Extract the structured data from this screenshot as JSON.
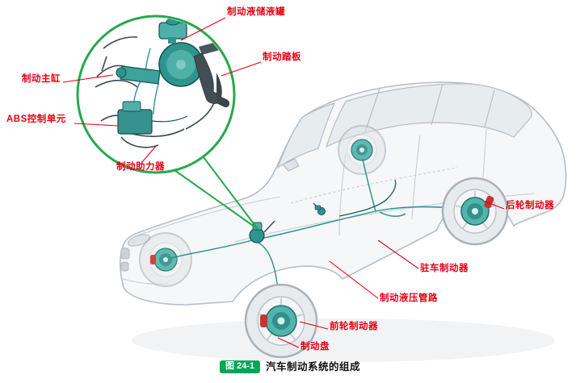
{
  "figure": {
    "caption": {
      "badge": "图 24-1",
      "title": "汽车制动系统的组成"
    }
  },
  "labels": {
    "reservoir": "制动液储液罐",
    "pedal": "制动踏板",
    "master_cylinder": "制动主缸",
    "abs_unit": "ABS控制单元",
    "booster": "制动助力器",
    "rear_brake": "后轮制动器",
    "parking_brake": "驻车制动器",
    "hydraulic_lines": "制动液压管路",
    "front_brake": "前轮制动器",
    "brake_disc": "制动盘"
  },
  "colors": {
    "label_red": "#e60012",
    "leader_red": "#e60012",
    "component_teal": "#2e958e",
    "disc_teal_light": "#53b3ad",
    "caliper_red": "#c8332e",
    "inset_ring_green": "#27a84d",
    "caption_badge_green": "#00a65a",
    "car_outline_gray": "#b6bfc6"
  }
}
